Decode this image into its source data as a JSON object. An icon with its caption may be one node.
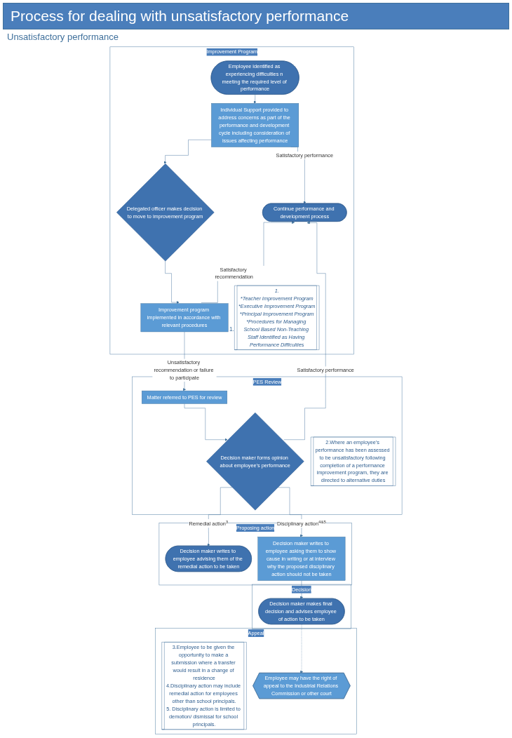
{
  "diagram": {
    "title": "Process for dealing with unsatisfactory performance",
    "nodes": [
      {
        "text": [
          "Improvement Program"
        ]
      },
      {
        "text": [
          "Employee identified as experiencing difficulties n meeting the required level of performance"
        ],
        "in": 0
      },
      {
        "text": [
          "Individual Support provided to address concerns as part of the performance and development cycle including consideration of issues affecting performance"
        ],
        "in": 0
      },
      {
        "text": [
          "Delegated officer makes decision to move to improvement program"
        ],
        "in": 0
      },
      {
        "text": [
          "Improvement program implemented in accordance with relevant procedures"
        ],
        "beside": [
          "1."
        ],
        "in": 0
      },
      {
        "text": [
          "Continue performance and development process"
        ],
        "in": 0
      },
      {
        "text": [
          "1.",
          "*Teacher Improvement Program",
          "*Executive Improvement Program",
          "*Principal Improvement Program",
          "*Procedures for Managing School Based Non-Teaching Staff Identified as Having Performance Difficulties"
        ],
        "in": 0
      },
      {
        "text": [
          "PES Review"
        ]
      },
      {
        "text": [
          "Matter referred to PES for review"
        ],
        "in": 7
      },
      {
        "text": [
          "Decision maker forms opinion about employee’s performance"
        ],
        "in": 7
      },
      {
        "text": [
          "2.Where an employee’s performance has been assessed to be unsatisfactory following completion of a performance improvement program, they are directed to alternative duties"
        ],
        "in": 7
      },
      {
        "text": [
          "Proposing action"
        ]
      },
      {
        "text": [
          "Decision maker writes to employee advising them of the remedial action to be taken"
        ],
        "in": 11
      },
      {
        "text": [
          "Decision maker writes to employee asking them to show cause in writing or at interview why the proposed disciplinary action should not be taken"
        ],
        "in": 11
      },
      {
        "text": [
          "Decision"
        ]
      },
      {
        "text": [
          "Decision maker makes final decision and advises employee of action to be taken"
        ],
        "in": 14
      },
      {
        "text": [
          "Appeal"
        ]
      },
      {
        "text": [
          "3.Employee to be given the opportunity to make a submission where a transfer would result in a change of residence",
          "4.Disciplinary action may include remedial action for employees other than school principals.",
          "5. Disciplinary action is limited to demotion/ dismissal for school principals."
        ],
        "in": 16
      },
      {
        "text": [
          "Employee may have the right of appeal to the Industrial Relations Commission or other court"
        ],
        "in": 16
      }
    ],
    "edges": [
      {
        "from": 1,
        "to": 2,
        "arrow": "to"
      },
      {
        "from": 2,
        "to": 3,
        "arrow": "to"
      },
      {
        "from": 2,
        "to": 5,
        "arrow": "to",
        "label": "Satisfactory performance"
      },
      {
        "from": 3,
        "to": 4,
        "arrow": "to"
      },
      {
        "from": 4,
        "to": 5,
        "arrow": "to",
        "label": "Satisfactory recommendation"
      },
      {
        "from": 4,
        "to": 8,
        "arrow": "to",
        "label": "Unsatisfactory recommendation or failure to participate"
      },
      {
        "from": 8,
        "to": 9,
        "arrow": "to"
      },
      {
        "from": 9,
        "to": 5,
        "arrow": "to",
        "label": "Satisfactory performance"
      },
      {
        "from": 9,
        "to": 12,
        "arrow": "to",
        "label": "Remedial action$^{3}$"
      },
      {
        "from": 9,
        "to": 13,
        "arrow": "to",
        "label": "Disciplinary action$^{4&5}$"
      },
      {
        "from": 13,
        "to": 15,
        "arrow": "to"
      },
      {
        "from": 15,
        "to": 18,
        "arrow": "to",
        "style": "dashed"
      }
    ],
    "labels": [
      "Unsatisfactory performance"
    ]
  }
}
